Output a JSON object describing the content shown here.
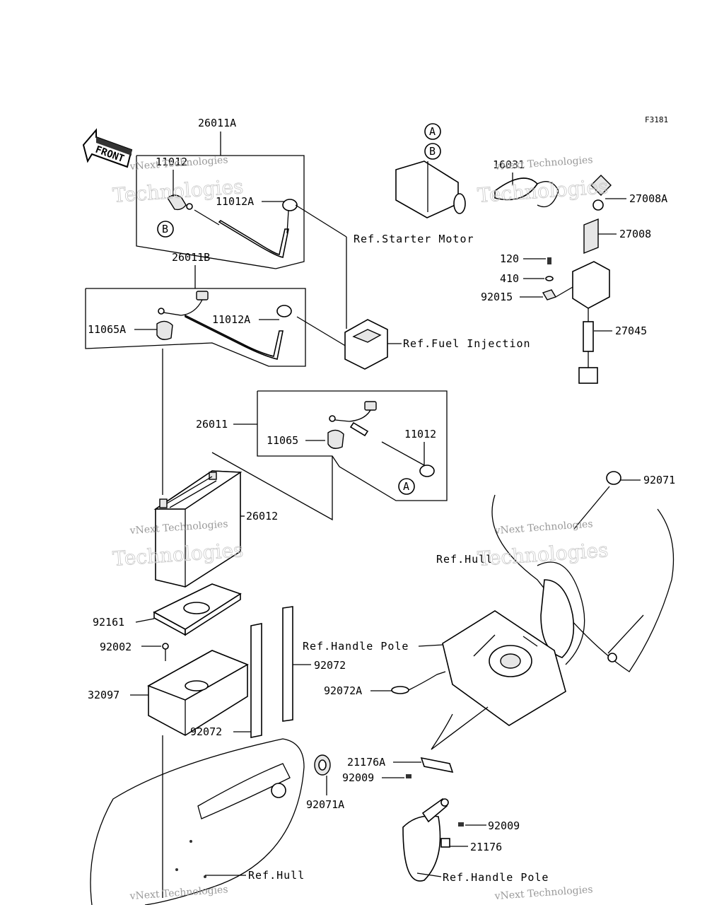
{
  "figure_code": "F3181",
  "front_arrow_label": "FRONT",
  "watermark": {
    "line1": "vNext Technologies",
    "line2": "Technologies"
  },
  "callouts": {
    "p26011A": "26011A",
    "p11012_top": "11012",
    "p11012A_top": "11012A",
    "p26011B": "26011B",
    "p11065A": "11065A",
    "p11012A_mid": "11012A",
    "p26011": "26011",
    "p11065": "11065",
    "p11012_low": "11012",
    "p26012": "26012",
    "p92161": "92161",
    "p92002": "92002",
    "p32097": "32097",
    "p92072_right": "92072",
    "p92072_left": "92072",
    "p92071A": "92071A",
    "p16031": "16031",
    "p27008A": "27008A",
    "p27008": "27008",
    "p120": "120",
    "p410": "410",
    "p92015": "92015",
    "p27045": "27045",
    "p92071": "92071",
    "p92072A": "92072A",
    "p21176A": "21176A",
    "p92009_left": "92009",
    "p92009_right": "92009",
    "p21176": "21176"
  },
  "refs": {
    "starter_motor": "Ref.Starter Motor",
    "fuel_injection": "Ref.Fuel Injection",
    "hull_upper": "Ref.Hull",
    "handle_pole_upper": "Ref.Handle Pole",
    "hull_lower": "Ref.Hull",
    "handle_pole_lower": "Ref.Handle Pole"
  },
  "markers": {
    "A": "A",
    "B": "B"
  }
}
